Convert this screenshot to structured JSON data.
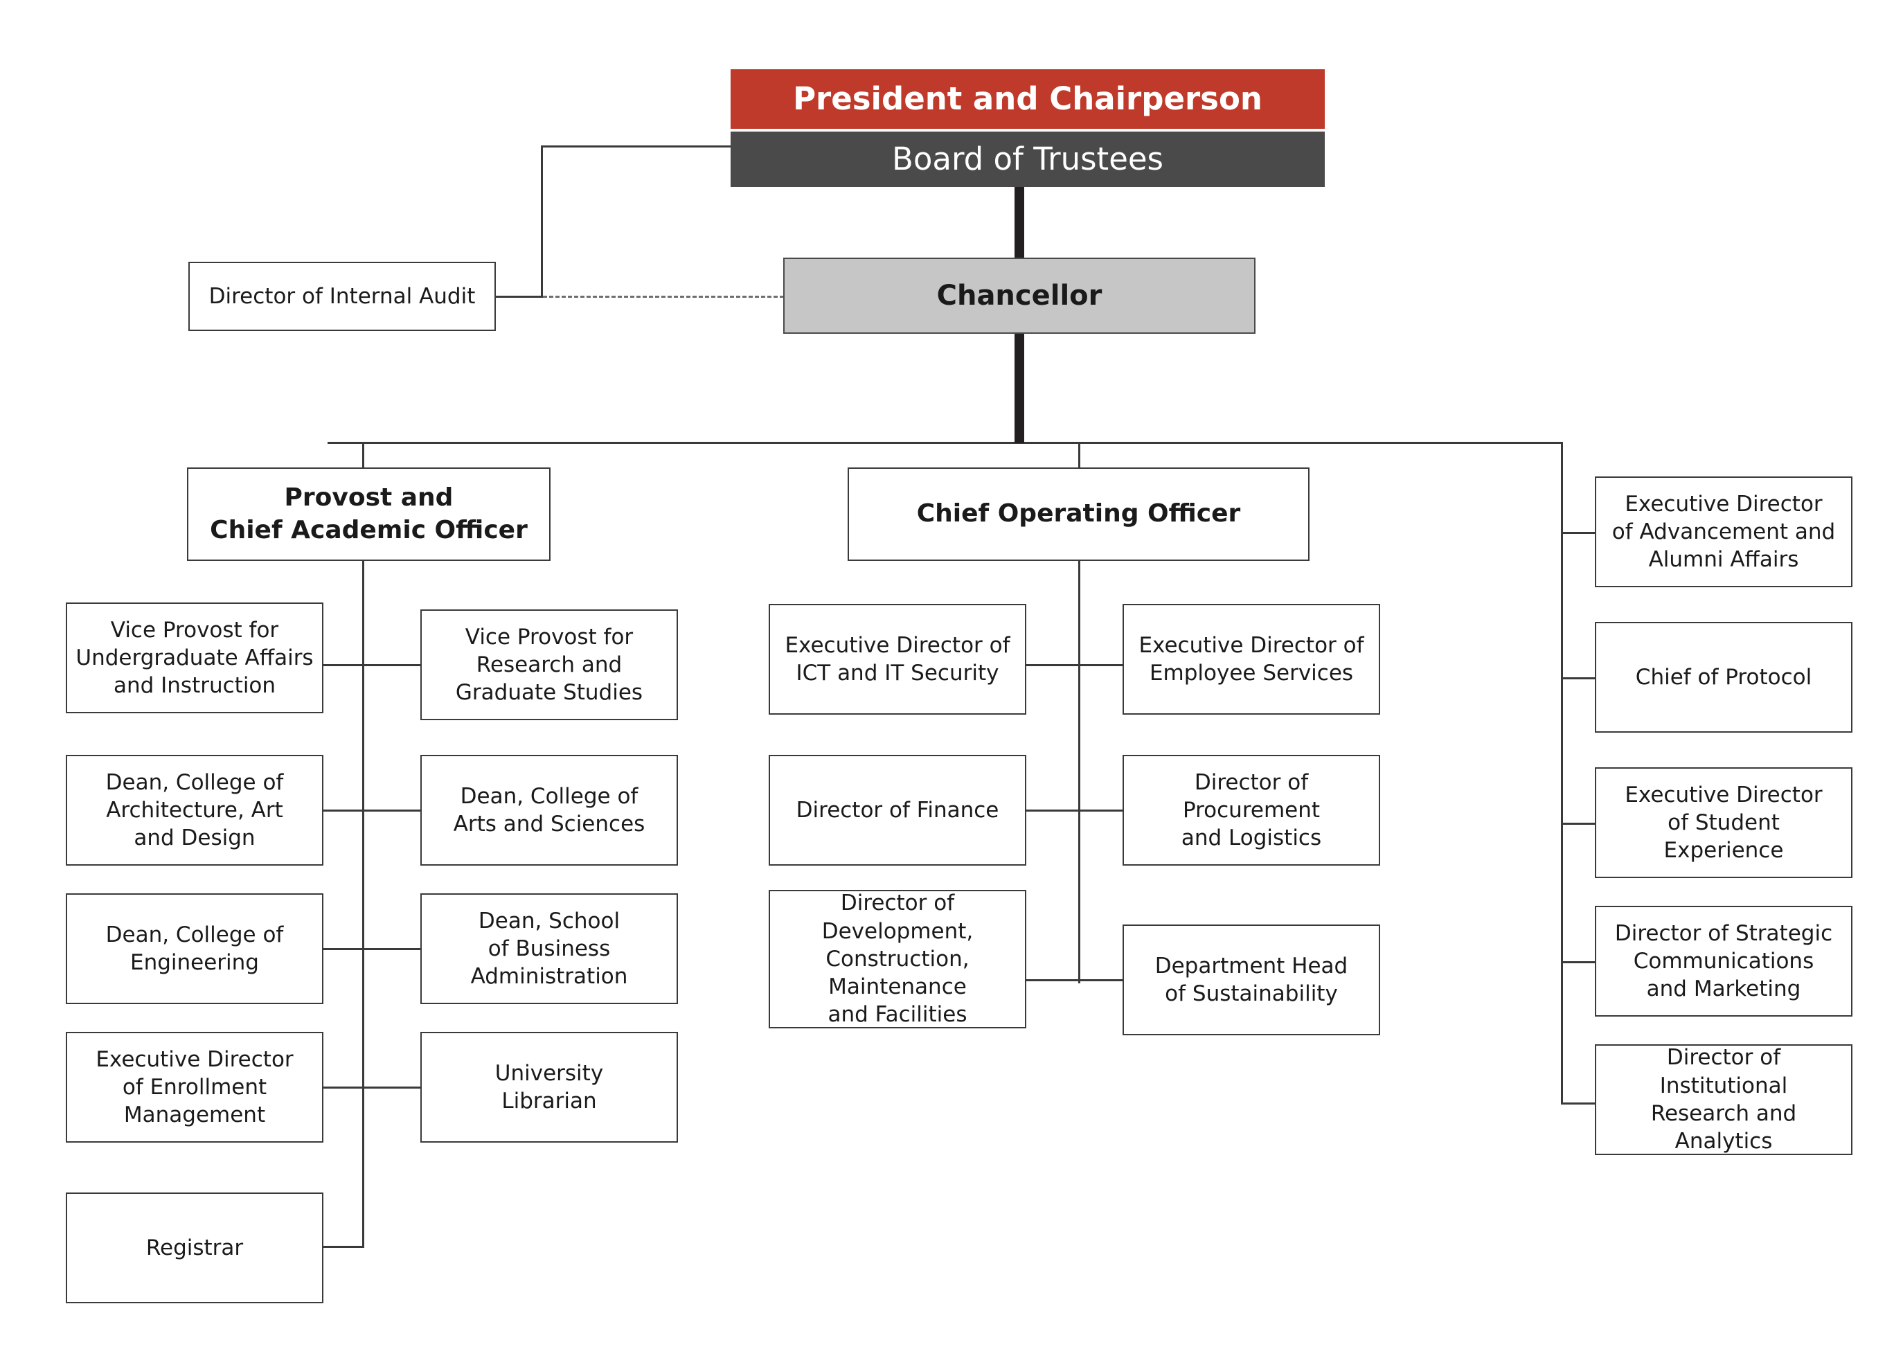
{
  "chart": {
    "title": "University Organizational Chart",
    "type": "org-chart",
    "colors": {
      "president_bg": "#bf3a2b",
      "trustees_bg": "#4a4a4a",
      "chancellor_bg": "#c6c6c6",
      "box_border": "#3a3a3a",
      "text": "#1a1a1a",
      "inverse_text": "#ffffff",
      "connector": "#3a3a3a",
      "spine": "#231f20",
      "dashed_connector": "#6e6e6e",
      "canvas": "#ffffff"
    }
  },
  "top": {
    "president": "President and Chairperson",
    "trustees": "Board of Trustees",
    "chancellor": "Chancellor",
    "internal_audit": "Director of Internal Audit"
  },
  "divisions": {
    "provost": "Provost and\nChief Academic Officer",
    "coo": "Chief Operating Officer"
  },
  "academic": {
    "left": [
      "Vice Provost for\nUndergraduate Affairs\nand Instruction",
      "Dean, College of\nArchitecture, Art\nand Design",
      "Dean, College of\nEngineering",
      "Executive Director\nof Enrollment\nManagement",
      "Registrar"
    ],
    "right": [
      "Vice Provost for\nResearch and\nGraduate Studies",
      "Dean, College of\nArts and Sciences",
      "Dean, School\nof Business\nAdministration",
      "University\nLibrarian"
    ]
  },
  "operations": {
    "left": [
      "Executive Director of\nICT and IT Security",
      "Director of Finance",
      "Director of\nDevelopment,\nConstruction,\nMaintenance\nand Facilities"
    ],
    "right": [
      "Executive Director of\nEmployee Services",
      "Director of\nProcurement\nand Logistics",
      "Department Head\nof Sustainability"
    ]
  },
  "chancellor_direct": [
    "Executive Director\nof Advancement and\nAlumni Affairs",
    "Chief of Protocol",
    "Executive Director\nof Student\nExperience",
    "Director of Strategic\nCommunications\nand Marketing",
    "Director of\nInstitutional\nResearch and Analytics"
  ]
}
